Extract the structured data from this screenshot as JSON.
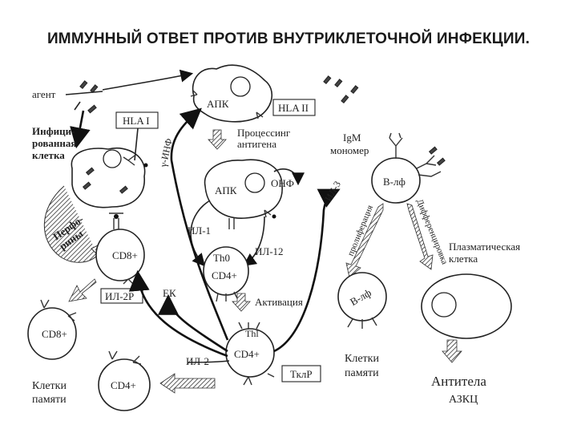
{
  "title": "ИММУННЫЙ ОТВЕТ ПРОТИВ ВНУТРИКЛЕТОЧНОЙ ИНФЕКЦИИ.",
  "labels": {
    "agent": "агент",
    "infected_l1": "Инфици-",
    "infected_l2": "рованная",
    "infected_l3": "клетка",
    "hla1": "HLA I",
    "hla2": "HLA II",
    "apk_top": "АПК",
    "apk_mid": "АПК",
    "processing_l1": "Процессинг",
    "processing_l2": "антигена",
    "onf": "ОНФ",
    "inf_gamma": "γ-ИНФ",
    "il1": "ИЛ-1",
    "il12": "ИЛ-12",
    "il2": "ИЛ-2",
    "il2r": "ИЛ-2Р",
    "il3": "ИЛ-3",
    "th0": "Th0",
    "cd4_th0": "CD4+",
    "activation": "Активация",
    "th1": "Thl",
    "cd4_th1": "CD4+",
    "tkr": "ТклР",
    "ek": "ЕК",
    "cd8_mid": "CD8+",
    "cd8_mem": "CD8+",
    "cd4_mem": "CD4+",
    "perforins_l1": "Перфо-",
    "perforins_l2": "рины",
    "memory_left_l1": "Клетки",
    "memory_left_l2": "памяти",
    "igm_l1": "IgM",
    "igm_l2": "мономер",
    "b_top": "В-лф",
    "b_mem": "В-лф",
    "proliferation": "пролиферация",
    "differentiation": "Дифференцировка",
    "plasma_l1": "Плазматическая",
    "plasma_l2": "клетка",
    "memory_right_l1": "Клетки",
    "memory_right_l2": "памяти",
    "antibodies": "Антитела",
    "azkc": "АЗКЦ"
  }
}
